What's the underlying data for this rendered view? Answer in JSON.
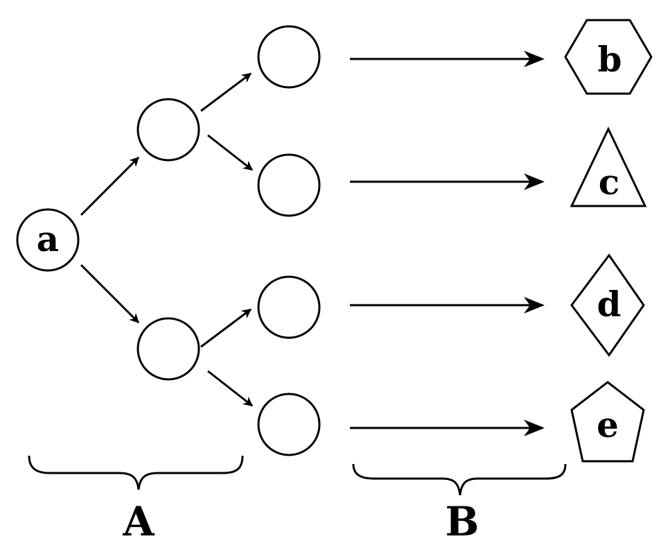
{
  "nodes": {
    "root": "a",
    "leaf_b": "b",
    "leaf_c": "c",
    "leaf_d": "d",
    "leaf_e": "e"
  },
  "groups": {
    "left": "A",
    "right": "B"
  },
  "colors": {
    "stroke": "#000000",
    "background": "#ffffff"
  }
}
